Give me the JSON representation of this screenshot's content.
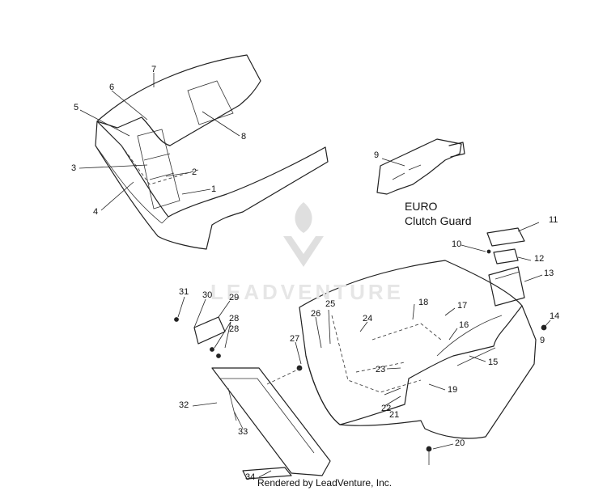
{
  "diagram": {
    "subassembly_title": "EURO",
    "subassembly_subtitle": "Clutch Guard",
    "callouts": [
      "1",
      "2",
      "3",
      "4",
      "5",
      "6",
      "7",
      "8",
      "9",
      "9",
      "10",
      "11",
      "12",
      "13",
      "14",
      "15",
      "16",
      "17",
      "18",
      "19",
      "20",
      "21",
      "22",
      "23",
      "24",
      "25",
      "26",
      "27",
      "28",
      "28",
      "29",
      "30",
      "31",
      "32",
      "33",
      "34"
    ],
    "watermark_text": "LEADVENTURE",
    "footer_credit": "Rendered by LeadVenture, Inc."
  }
}
